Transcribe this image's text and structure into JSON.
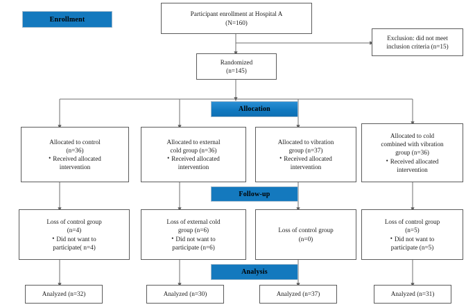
{
  "diagram": {
    "type": "consort-flow-diagram",
    "title": "",
    "accent_color": "#1479be",
    "box_border_color": "#5a5a5a",
    "line_color": "#6e6e6e"
  },
  "stage_labels": {
    "enrollment": "Enrollment",
    "allocation": "Allocation",
    "followup": "Follow-up",
    "analysis": "Analysis"
  },
  "enrollment": {
    "participants": {
      "line1": "Participant enrollment at Hospital A",
      "line2": "(N=160)"
    },
    "exclusion": {
      "line1": "Exclusion: did not meet",
      "line2": "inclusion criteria (n=15)"
    },
    "randomized": {
      "line1": "Randomized",
      "line2": "(n=145)"
    }
  },
  "allocation_boxes": [
    {
      "line1": "Allocated to control",
      "line2": "(n=36)",
      "bullet1": "Received allocated",
      "bullet2": "intervention"
    },
    {
      "line1": "Allocated to external",
      "line2": "cold group (n=36)",
      "bullet1": "Received allocated",
      "bullet2": "intervention"
    },
    {
      "line1": "Allocated to vibration",
      "line2": "group (n=37)",
      "bullet1": "Received allocated",
      "bullet2": "intervention"
    },
    {
      "line1": "Allocated to cold",
      "line2": "combined with vibration",
      "line3": "group (n=36)",
      "bullet1": "Received allocated",
      "bullet2": "intervention"
    }
  ],
  "followup_boxes": [
    {
      "line1": "Loss of control group",
      "line2": "(n=4)",
      "bullet1": "Did not want to",
      "bullet2": "participate( n=4)"
    },
    {
      "line1": "Loss of external cold",
      "line2": "group (n=6)",
      "bullet1": "Did not want to",
      "bullet2": "participate (n=6)"
    },
    {
      "line1": "Loss of control group",
      "line2": "(n=0)"
    },
    {
      "line1": "Loss of control group",
      "line2": "(n=5)",
      "bullet1": "Did not want to",
      "bullet2": "participate (n=5)"
    }
  ],
  "analysis_boxes": [
    {
      "label": "Analyzed (n=32)"
    },
    {
      "label": "Analyzed (n=30)"
    },
    {
      "label": "Analyzed (n=37)"
    },
    {
      "label": "Analyzed (n=31)"
    }
  ],
  "bullet_glyph": "•"
}
